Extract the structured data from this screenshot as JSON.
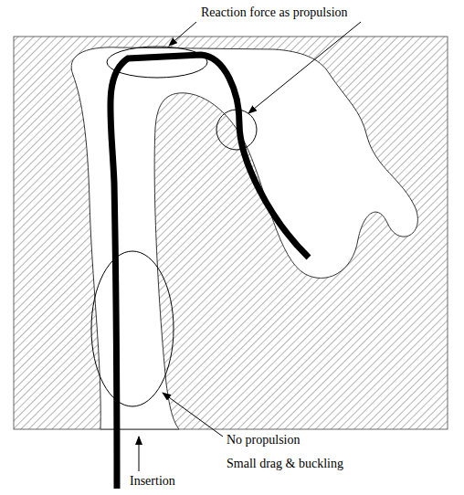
{
  "diagram": {
    "labels": [
      "Reaction force as propulsion",
      "No propulsion",
      "Small drag & buckling",
      "Insertion"
    ]
  }
}
